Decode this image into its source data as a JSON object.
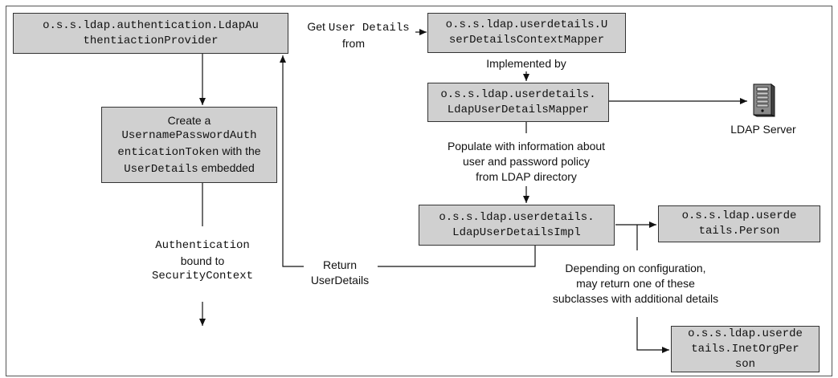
{
  "boxes": {
    "auth_provider": [
      "o.s.s.ldap.authentication.LdapAu",
      "thentiactionProvider"
    ],
    "context_mapper": [
      "o.s.s.ldap.userdetails.U",
      "serDetailsContextMapper"
    ],
    "ldap_mapper": [
      "o.s.s.ldap.userdetails.",
      "LdapUserDetailsMapper"
    ],
    "details_impl": [
      "o.s.s.ldap.userdetails.",
      "LdapUserDetailsImpl"
    ],
    "person": [
      "o.s.s.ldap.userde",
      "tails.Person"
    ],
    "inetorgperson": [
      "o.s.s.ldap.userde",
      "tails.InetOrgPer",
      "son"
    ],
    "token": {
      "line1": "Create a",
      "line2": "UsernamePasswordAuth",
      "line3_code": "enticationToken",
      "line3_text": " with the",
      "line4_code": "UserDetails",
      "line4_text": " embedded"
    }
  },
  "labels": {
    "get_user_details": {
      "pre": "Get ",
      "code": "User Details",
      "post": "from"
    },
    "implemented_by": "Implemented by",
    "populate": [
      "Populate with information about",
      "user and password policy",
      "from LDAP directory"
    ],
    "ldap_server": "LDAP Server",
    "return_details": [
      "Return",
      "UserDetails"
    ],
    "authentication": [
      "Authentication",
      "bound to",
      "SecurityContext"
    ],
    "depending": [
      "Depending on configuration,",
      "may return one of these",
      "subclasses with additional details"
    ]
  },
  "icons": {
    "server": "server-icon"
  }
}
